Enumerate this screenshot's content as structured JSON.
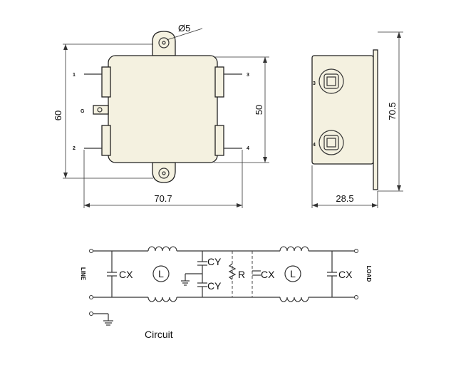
{
  "dimensions": {
    "height_left": "60",
    "height_inner": "50",
    "width_front": "70.7",
    "height_side": "70.5",
    "width_side": "28.5",
    "hole": "Ø5"
  },
  "pins": {
    "p1": "1",
    "p2": "2",
    "p3": "3",
    "p4": "4",
    "pg": "G",
    "side3": "3",
    "side4": "4"
  },
  "circuit": {
    "caption": "Circuit",
    "line_label": "LINE",
    "load_label": "LOAD",
    "cx1": "CX",
    "cx2": "CX",
    "cx3": "CX",
    "cy_top": "CY",
    "cy_bottom": "CY",
    "r": "R",
    "l1": "L",
    "l2": "L"
  }
}
